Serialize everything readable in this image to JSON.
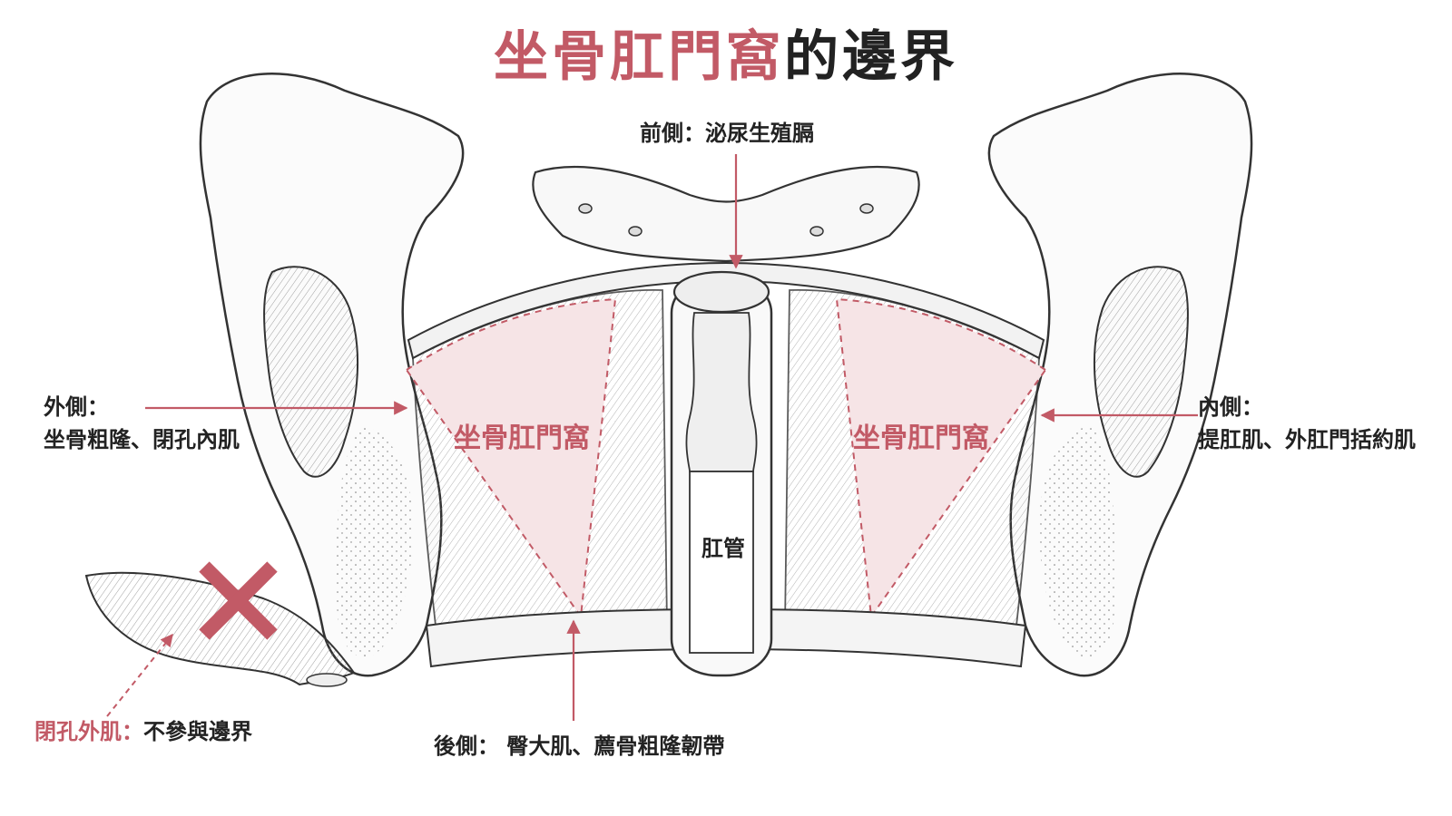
{
  "title": {
    "highlight": "坐骨肛門窩",
    "rest": "的邊界"
  },
  "labels": {
    "anterior": "前側：泌尿生殖膈",
    "lateral_line1": "外側：",
    "lateral_line2": "坐骨粗隆、閉孔內肌",
    "medial_line1": "內側：",
    "medial_line2": "提肛肌、外肛門括約肌",
    "posterior": "後側： 臀大肌、薦骨粗隆韌帶",
    "obturator_name": "閉孔外肌：",
    "obturator_note": "不參與邊界",
    "fossa_left": "坐骨肛門窩",
    "fossa_right": "坐骨肛門窩",
    "anal_canal": "肛管"
  },
  "colors": {
    "accent": "#c25a66",
    "fossa_fill": "#f6e4e6",
    "line": "#444444"
  }
}
